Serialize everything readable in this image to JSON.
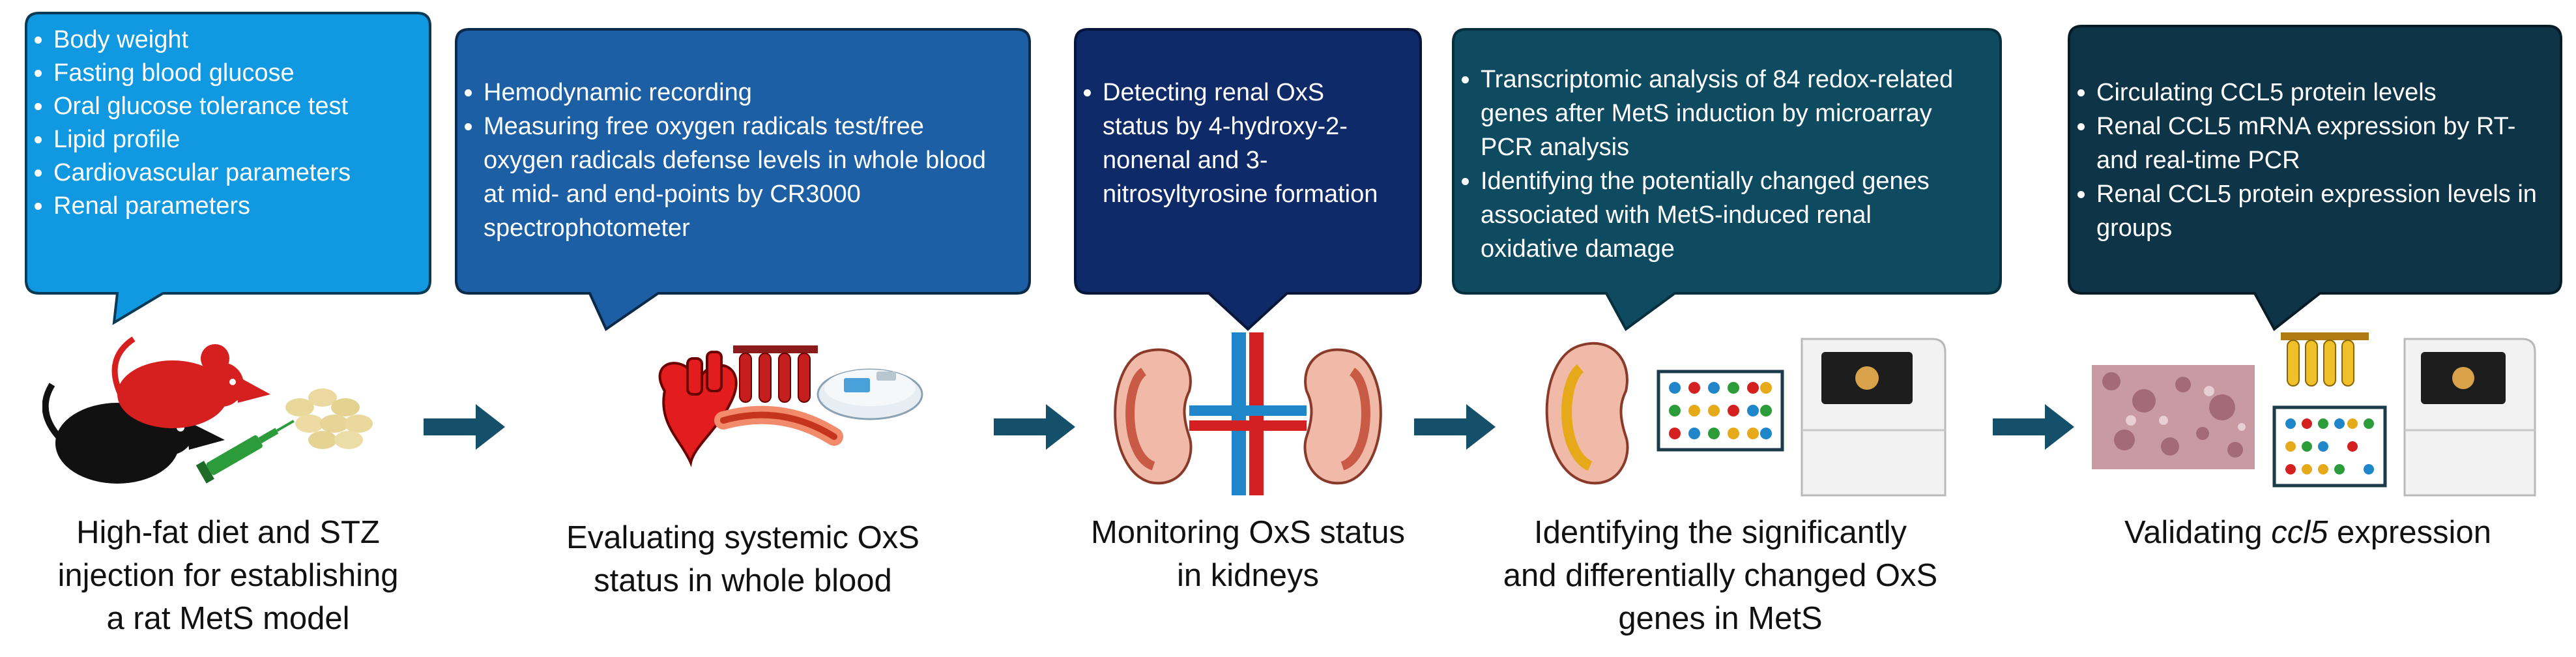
{
  "colors": {
    "step1_bubble": "#1098E0",
    "step2_bubble": "#1C5FA4",
    "step3_bubble": "#0E2A68",
    "step4_bubble": "#0E4B61",
    "step5_bubble": "#0E3447",
    "arrow": "#15506A",
    "caption_text": "#111111"
  },
  "steps": [
    {
      "bullets": [
        "Body weight",
        "Fasting blood glucose",
        "Oral glucose tolerance test",
        "Lipid profile",
        "Cardiovascular parameters",
        "Renal parameters"
      ],
      "caption_lines": [
        "High-fat diet and STZ",
        "injection for establishing",
        "a rat MetS model"
      ],
      "icons": [
        "rat-icon",
        "syringe-icon",
        "food-pellets-icon"
      ]
    },
    {
      "bullets": [
        "Hemodynamic recording",
        "Measuring free oxygen radicals test/free oxygen radicals defense levels in whole blood at mid- and end-points by CR3000 spectrophotometer"
      ],
      "caption_lines": [
        "Evaluating systemic OxS",
        "status in whole blood"
      ],
      "icons": [
        "heart-icon",
        "blood-tubes-icon",
        "spectrophotometer-icon"
      ]
    },
    {
      "bullets": [
        "Detecting renal OxS status by 4-hydroxy-2-nonenal and 3-nitrosyltyrosine formation"
      ],
      "caption_lines": [
        "Monitoring OxS status",
        "in kidneys"
      ],
      "icons": [
        "kidneys-icon"
      ]
    },
    {
      "bullets": [
        "Transcriptomic analysis of 84 redox-related genes  after MetS induction by microarray PCR analysis",
        "Identifying the potentially changed genes associated with MetS-induced renal oxidative damage"
      ],
      "caption_lines": [
        "Identifying the significantly",
        "and differentially changed OxS",
        "genes in MetS"
      ],
      "icons": [
        "kidney-icon",
        "microarray-plate-icon",
        "pcr-machine-icon"
      ]
    },
    {
      "bullets": [
        "Circulating CCL5 protein levels",
        "Renal CCL5 mRNA expression by RT- and real-time PCR",
        "Renal CCL5 protein expression levels in groups"
      ],
      "caption_prefix": "Validating ",
      "caption_italic": "ccl5",
      "caption_suffix": " expression",
      "icons": [
        "tissue-section-icon",
        "sample-tubes-icon",
        "microarray-plate-icon",
        "pcr-machine-icon"
      ]
    }
  ]
}
